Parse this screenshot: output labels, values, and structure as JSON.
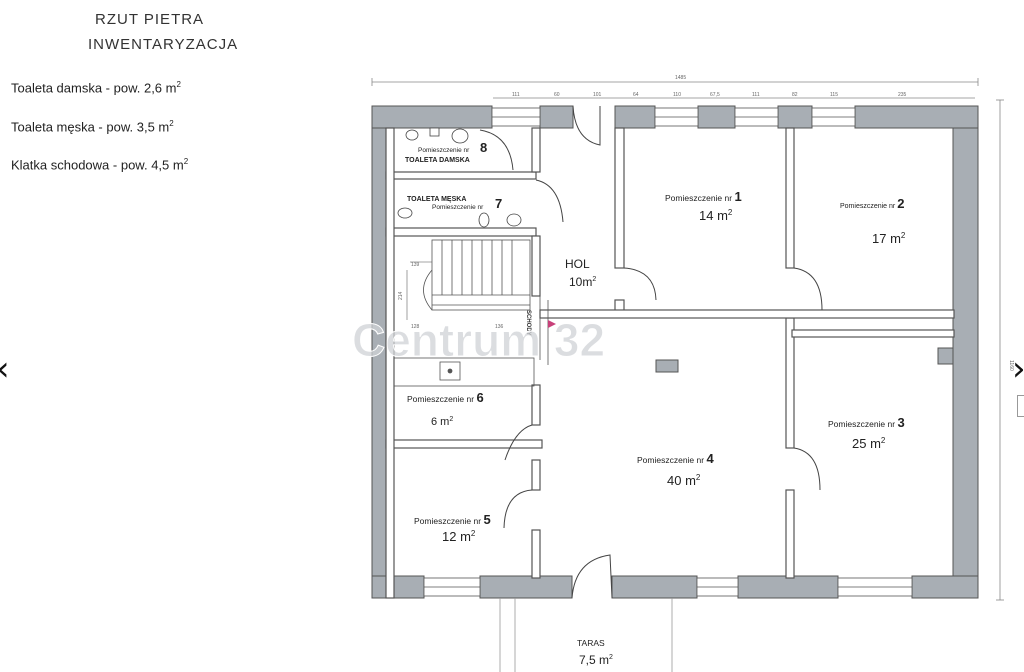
{
  "header": {
    "title_line1": "RZUT PIETRA",
    "title_line2": "INWENTARYZACJA"
  },
  "areas": [
    {
      "text": "Toaleta damska - pow. 2,6 m",
      "sup": "2"
    },
    {
      "text": "Toaleta męska - pow. 3,5 m",
      "sup": "2"
    },
    {
      "text": "Klatka schodowa - pow. 4,5 m",
      "sup": "2"
    }
  ],
  "dimensions": {
    "total_width": "1485",
    "total_height": "1160",
    "segments": [
      "111",
      "60",
      "101",
      "64",
      "110",
      "67,5",
      "111",
      "82",
      "115",
      "235"
    ],
    "stair_top": "139",
    "stair_side": "214",
    "stair_bottom_a": "128",
    "stair_bottom_b": "136"
  },
  "rooms": [
    {
      "id": "1",
      "prefix": "Pomieszczenie nr ",
      "num": "1",
      "area": "14 m",
      "sup": "2"
    },
    {
      "id": "2",
      "prefix": "Pomieszczenie nr ",
      "num": "2",
      "area": "17 m",
      "sup": "2"
    },
    {
      "id": "3",
      "prefix": "Pomieszczenie nr ",
      "num": "3",
      "area": "25 m",
      "sup": "2"
    },
    {
      "id": "4",
      "prefix": "Pomieszczenie nr ",
      "num": "4",
      "area": "40 m",
      "sup": "2"
    },
    {
      "id": "5",
      "prefix": "Pomieszczenie nr ",
      "num": "5",
      "area": "12 m",
      "sup": "2"
    },
    {
      "id": "6",
      "prefix": "Pomieszczenie nr ",
      "num": "6",
      "area": "6 m",
      "sup": "2"
    },
    {
      "id": "7",
      "prefix": "Pomieszczenie nr",
      "num": "7",
      "name": "TOALETA MĘSKA"
    },
    {
      "id": "8",
      "prefix": "Pomieszczenie nr",
      "num": "8",
      "name": "TOALETA DAMSKA"
    }
  ],
  "hol": {
    "label": "HOL",
    "area": "10m",
    "sup": "2"
  },
  "stairs_label": "SCHODY",
  "taras": {
    "label": "TARAS",
    "area": "7,5 m",
    "sup": "2"
  },
  "watermark": "Centrum 32",
  "nav": {
    "prev": "‹",
    "next": "›"
  },
  "colors": {
    "wall": "#a8aeb4",
    "line": "#555555",
    "accent_arrow": "#c8417a"
  }
}
